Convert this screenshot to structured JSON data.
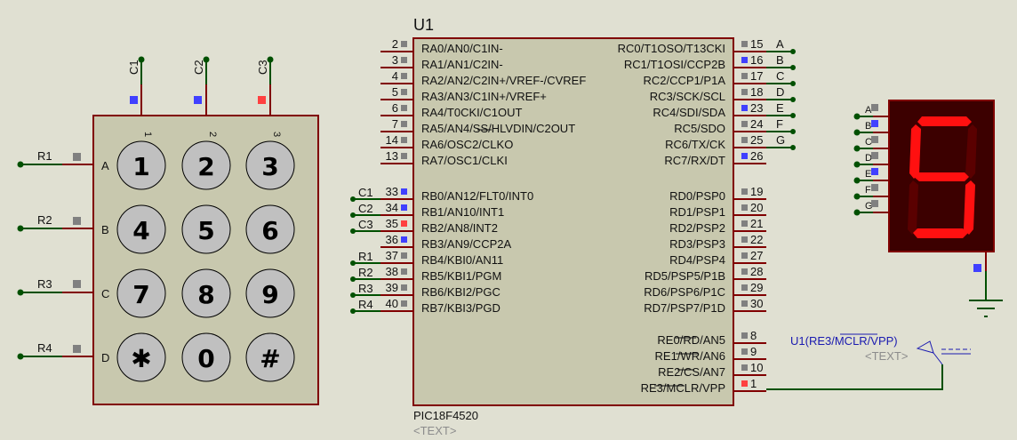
{
  "colors": {
    "background": "#e0e0d2",
    "component_body": "#c8c8ae",
    "component_border": "#800000",
    "wire": "#005000",
    "pin_line": "#800000",
    "state_low": "#4040ff",
    "state_high": "#ff4040",
    "state_float": "#808080",
    "seg_on": "#ff1010",
    "seg_off": "#5a0000",
    "display_bg": "#3c0000",
    "terminal_text": "#1a1ab0"
  },
  "keypad": {
    "columns": [
      {
        "label": "C1",
        "pin": "1",
        "state": "low"
      },
      {
        "label": "C2",
        "pin": "2",
        "state": "low"
      },
      {
        "label": "C3",
        "pin": "3",
        "state": "high"
      }
    ],
    "rows": [
      {
        "net": "R1",
        "letter": "A",
        "state": "float"
      },
      {
        "net": "R2",
        "letter": "B",
        "state": "float"
      },
      {
        "net": "R3",
        "letter": "C",
        "state": "float"
      },
      {
        "net": "R4",
        "letter": "D",
        "state": "float"
      }
    ],
    "keys": [
      [
        "1",
        "2",
        "3"
      ],
      [
        "4",
        "5",
        "6"
      ],
      [
        "7",
        "8",
        "9"
      ],
      [
        "✱",
        "0",
        "#"
      ]
    ]
  },
  "mcu": {
    "ref": "U1",
    "part": "PIC18F4520",
    "text_placeholder": "<TEXT>",
    "left_pins": [
      {
        "num": "2",
        "name": "RA0/AN0/C1IN-",
        "state": "float",
        "net": ""
      },
      {
        "num": "3",
        "name": "RA1/AN1/C2IN-",
        "state": "float",
        "net": ""
      },
      {
        "num": "4",
        "name": "RA2/AN2/C2IN+/VREF-/CVREF",
        "state": "float",
        "net": ""
      },
      {
        "num": "5",
        "name": "RA3/AN3/C1IN+/VREF+",
        "state": "float",
        "net": ""
      },
      {
        "num": "6",
        "name": "RA4/T0CKI/C1OUT",
        "state": "float",
        "net": ""
      },
      {
        "num": "7",
        "name": "RA5/AN4/SS/HLVDIN/C2OUT",
        "state": "float",
        "net": ""
      },
      {
        "num": "14",
        "name": "RA6/OSC2/CLKO",
        "state": "float",
        "net": ""
      },
      {
        "num": "13",
        "name": "RA7/OSC1/CLKI",
        "state": "float",
        "net": ""
      },
      {
        "num": "33",
        "name": "RB0/AN12/FLT0/INT0",
        "state": "low",
        "net": "C1"
      },
      {
        "num": "34",
        "name": "RB1/AN10/INT1",
        "state": "low",
        "net": "C2"
      },
      {
        "num": "35",
        "name": "RB2/AN8/INT2",
        "state": "high",
        "net": "C3"
      },
      {
        "num": "36",
        "name": "RB3/AN9/CCP2A",
        "state": "low",
        "net": ""
      },
      {
        "num": "37",
        "name": "RB4/KBI0/AN11",
        "state": "float",
        "net": "R1"
      },
      {
        "num": "38",
        "name": "RB5/KBI1/PGM",
        "state": "float",
        "net": "R2"
      },
      {
        "num": "39",
        "name": "RB6/KBI2/PGC",
        "state": "float",
        "net": "R3"
      },
      {
        "num": "40",
        "name": "RB7/KBI3/PGD",
        "state": "float",
        "net": "R4"
      }
    ],
    "right_pins": [
      {
        "num": "15",
        "name": "RC0/T1OSO/T13CKI",
        "state": "float",
        "net": "A"
      },
      {
        "num": "16",
        "name": "RC1/T1OSI/CCP2B",
        "state": "low",
        "net": "B"
      },
      {
        "num": "17",
        "name": "RC2/CCP1/P1A",
        "state": "float",
        "net": "C"
      },
      {
        "num": "18",
        "name": "RC3/SCK/SCL",
        "state": "float",
        "net": "D"
      },
      {
        "num": "23",
        "name": "RC4/SDI/SDA",
        "state": "low",
        "net": "E"
      },
      {
        "num": "24",
        "name": "RC5/SDO",
        "state": "float",
        "net": "F"
      },
      {
        "num": "25",
        "name": "RC6/TX/CK",
        "state": "float",
        "net": "G"
      },
      {
        "num": "26",
        "name": "RC7/RX/DT",
        "state": "low",
        "net": ""
      },
      {
        "num": "19",
        "name": "RD0/PSP0",
        "state": "float",
        "net": ""
      },
      {
        "num": "20",
        "name": "RD1/PSP1",
        "state": "float",
        "net": ""
      },
      {
        "num": "21",
        "name": "RD2/PSP2",
        "state": "float",
        "net": ""
      },
      {
        "num": "22",
        "name": "RD3/PSP3",
        "state": "float",
        "net": ""
      },
      {
        "num": "27",
        "name": "RD4/PSP4",
        "state": "float",
        "net": ""
      },
      {
        "num": "28",
        "name": "RD5/PSP5/P1B",
        "state": "float",
        "net": ""
      },
      {
        "num": "29",
        "name": "RD6/PSP6/P1C",
        "state": "float",
        "net": ""
      },
      {
        "num": "30",
        "name": "RD7/PSP7/P1D",
        "state": "float",
        "net": ""
      },
      {
        "num": "8",
        "name": "RE0/RD/AN5",
        "state": "float",
        "net": ""
      },
      {
        "num": "9",
        "name": "RE1/WR/AN6",
        "state": "float",
        "net": ""
      },
      {
        "num": "10",
        "name": "RE2/CS/AN7",
        "state": "float",
        "net": ""
      },
      {
        "num": "1",
        "name": "RE3/MCLR/VPP",
        "state": "high",
        "net": ""
      }
    ]
  },
  "terminal": {
    "label": "U1(RE3/MCLR/VPP)",
    "text_placeholder": "<TEXT>"
  },
  "display": {
    "digit": "5",
    "pins": [
      {
        "label": "A",
        "state": "float"
      },
      {
        "label": "B",
        "state": "low"
      },
      {
        "label": "C",
        "state": "float"
      },
      {
        "label": "D",
        "state": "float"
      },
      {
        "label": "E",
        "state": "low"
      },
      {
        "label": "F",
        "state": "float"
      },
      {
        "label": "G",
        "state": "float"
      }
    ],
    "segments_on": [
      "a",
      "c",
      "d",
      "f",
      "g"
    ],
    "common_state": "low"
  }
}
